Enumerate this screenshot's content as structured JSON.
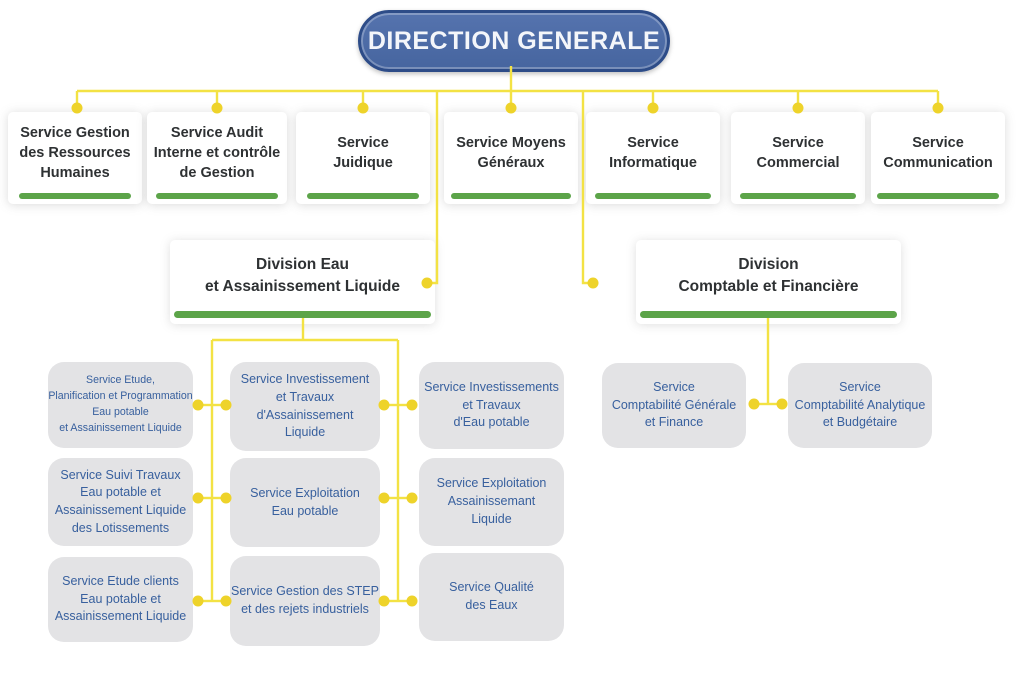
{
  "palette": {
    "connector_yellow": "#f3e244",
    "dot_yellow": "#eed32a",
    "underline_green": "#5ca449",
    "root_pill_blue": "#46659f",
    "root_pill_border": "#2d4c88",
    "sub_box_gray": "#e3e3e5",
    "sub_text_blue": "#38609e",
    "label_dark": "#2e3133"
  },
  "root_node": {
    "label": "DIRECTION GENERALE"
  },
  "services": [
    {
      "label": "Service Gestion\ndes Ressources\nHumaines"
    },
    {
      "label": "Service Audit\nInterne et contrôle\nde Gestion"
    },
    {
      "label": "Service\nJuidique"
    },
    {
      "label": "Service Moyens\nGénéraux"
    },
    {
      "label": "Service\nInformatique"
    },
    {
      "label": "Service\nCommercial"
    },
    {
      "label": "Service\nCommunication"
    }
  ],
  "divisions": [
    {
      "label": "Division Eau\net Assainissement Liquide",
      "children": [
        {
          "label": "Service Etude,\nPlanification et Programmation\nEau potable\net Assainissement Liquide"
        },
        {
          "label": "Service Suivi Travaux\nEau potable et\nAssainissement Liquide\ndes Lotissements"
        },
        {
          "label": "Service Etude clients\nEau potable et\nAssainissement Liquide"
        },
        {
          "label": "Service Investissement\net Travaux\nd'Assainissement\nLiquide"
        },
        {
          "label": "Service Exploitation\nEau potable"
        },
        {
          "label": "Service Gestion des STEP\net des rejets industriels"
        },
        {
          "label": "Service Investissements\net Travaux\nd'Eau potable"
        },
        {
          "label": "Service Exploitation\nAssainissemant\nLiquide"
        },
        {
          "label": "Service Qualité\ndes Eaux"
        }
      ]
    },
    {
      "label": "Division\nComptable et Financière",
      "children": [
        {
          "label": "Service\nComptabilité Générale\net Finance"
        },
        {
          "label": "Service\nComptabilité Analytique\net Budgétaire"
        }
      ]
    }
  ]
}
